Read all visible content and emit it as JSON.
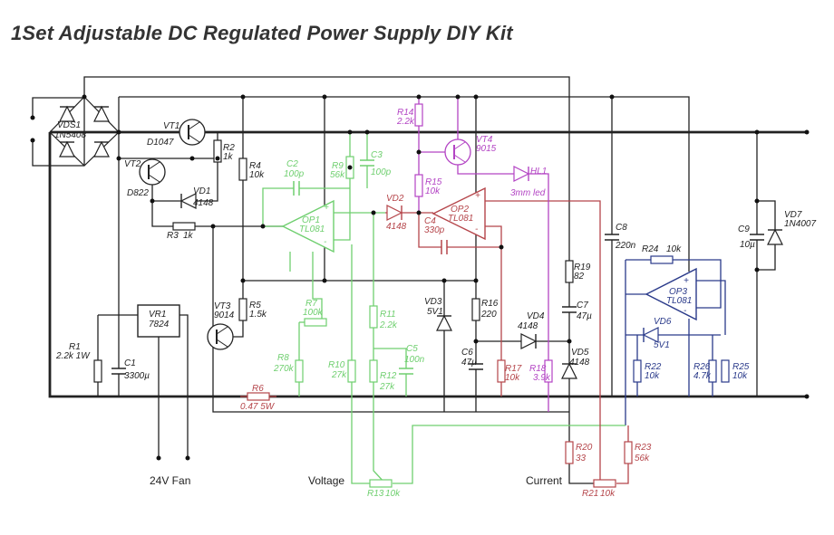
{
  "title": "1Set Adjustable DC Regulated Power Supply DIY Kit",
  "colors": {
    "wire": "#222222",
    "voltage_loop": "#6fcf6f",
    "current_loop": "#b5454a",
    "indicator": "#b344c4",
    "op3": "#2a3a8a"
  },
  "pins": {
    "plus": "+",
    "minus": "-"
  },
  "terminals": {
    "fan": "24V Fan",
    "voltage": "Voltage",
    "current": "Current"
  },
  "components": {
    "VDS1": {
      "ref": "VDS1",
      "value": "1N5408"
    },
    "VT1": {
      "ref": "VT1",
      "value": "D1047"
    },
    "VT2": {
      "ref": "VT2",
      "value": "D822"
    },
    "R2": {
      "ref": "R2",
      "value": "1k"
    },
    "R4": {
      "ref": "R4",
      "value": "10k"
    },
    "VD1": {
      "ref": "VD1",
      "value": "4148"
    },
    "R3": {
      "ref": "R3",
      "value": "1k"
    },
    "C2": {
      "ref": "C2",
      "value": "100p"
    },
    "R9": {
      "ref": "R9",
      "value": "56k"
    },
    "C3": {
      "ref": "C3",
      "value": "100p"
    },
    "OP1": {
      "ref": "OP1",
      "value": "TL081"
    },
    "VD2": {
      "ref": "VD2",
      "value": "4148"
    },
    "R14": {
      "ref": "R14",
      "value": "2.2k"
    },
    "R15": {
      "ref": "R15",
      "value": "10k"
    },
    "VT4": {
      "ref": "VT4",
      "value": "9015"
    },
    "HL1": {
      "ref": "HL1",
      "value": "3mm led"
    },
    "OP2": {
      "ref": "OP2",
      "value": "TL081"
    },
    "C4": {
      "ref": "C4",
      "value": "330p"
    },
    "C8": {
      "ref": "C8",
      "value": "220n"
    },
    "R19": {
      "ref": "R19",
      "value": "82"
    },
    "C7": {
      "ref": "C7",
      "value": "47µ"
    },
    "R24": {
      "ref": "R24",
      "value": "10k"
    },
    "OP3": {
      "ref": "OP3",
      "value": "TL081"
    },
    "VD6": {
      "ref": "VD6",
      "value": "5V1"
    },
    "R22": {
      "ref": "R22",
      "value": "10k"
    },
    "R26": {
      "ref": "R26",
      "value": "4.7k"
    },
    "R25": {
      "ref": "R25",
      "value": "10k"
    },
    "C9": {
      "ref": "C9",
      "value": "10µ"
    },
    "VD7": {
      "ref": "VD7",
      "value": "1N4007"
    },
    "VR1": {
      "ref": "VR1",
      "value": "7824"
    },
    "R1": {
      "ref": "R1",
      "value": "2.2k 1W"
    },
    "C1": {
      "ref": "C1",
      "value": "3300µ"
    },
    "VT3": {
      "ref": "VT3",
      "value": "9014"
    },
    "R5": {
      "ref": "R5",
      "value": "1.5k"
    },
    "R6": {
      "ref": "R6",
      "value": "0.47 5W"
    },
    "R7": {
      "ref": "R7",
      "value": "100k"
    },
    "R8": {
      "ref": "R8",
      "value": "270k"
    },
    "R10": {
      "ref": "R10",
      "value": "27k"
    },
    "R11": {
      "ref": "R11",
      "value": "2.2k"
    },
    "R12": {
      "ref": "R12",
      "value": "27k"
    },
    "C5": {
      "ref": "C5",
      "value": "100n"
    },
    "VD3": {
      "ref": "VD3",
      "value": "5V1"
    },
    "R16": {
      "ref": "R16",
      "value": "220"
    },
    "C6": {
      "ref": "C6",
      "value": "47µ"
    },
    "VD4": {
      "ref": "VD4",
      "value": "4148"
    },
    "R17": {
      "ref": "R17",
      "value": "10k"
    },
    "R18": {
      "ref": "R18",
      "value": "3.9k"
    },
    "VD5": {
      "ref": "VD5",
      "value": "4148"
    },
    "R20": {
      "ref": "R20",
      "value": "33"
    },
    "R23": {
      "ref": "R23",
      "value": "56k"
    },
    "R21": {
      "ref": "R21",
      "value": "10k"
    },
    "R13": {
      "ref": "R13",
      "value": "10k"
    }
  }
}
